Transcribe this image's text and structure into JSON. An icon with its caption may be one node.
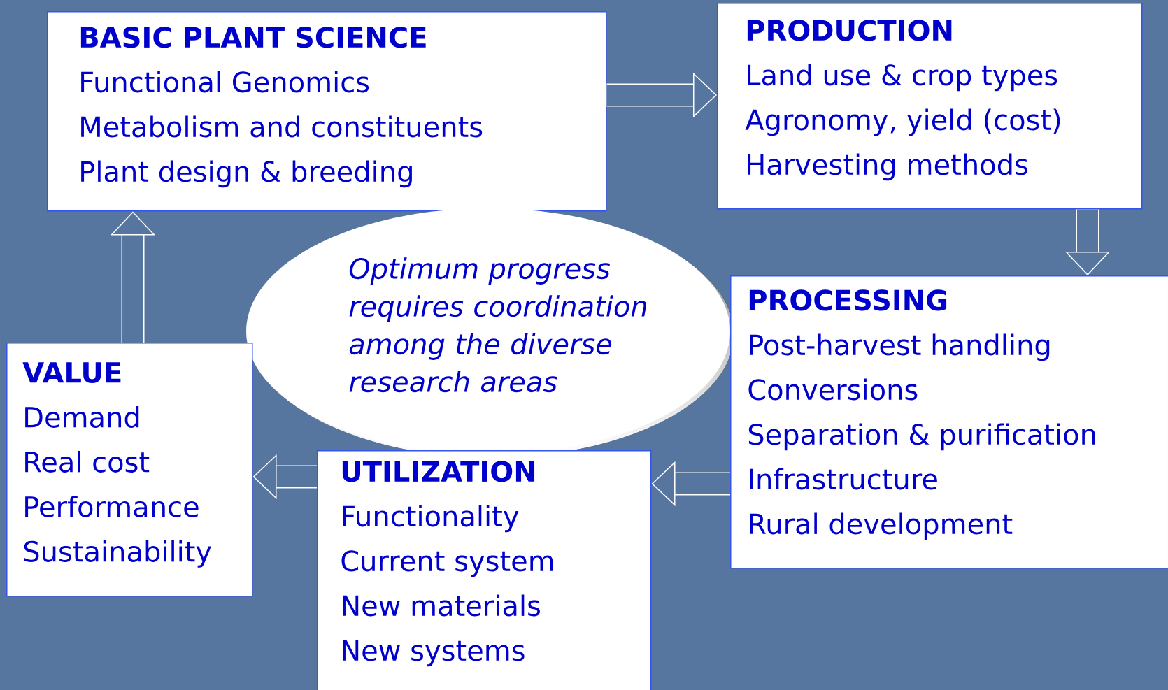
{
  "diagram": {
    "nodes": [
      {
        "text": [
          "BASIC PLANT SCIENCE",
          "Functional Genomics",
          "Metabolism and constituents",
          "Plant design & breeding"
        ]
      },
      {
        "text": [
          "PRODUCTION",
          "Land use & crop types",
          "Agronomy, yield (cost)",
          "Harvesting methods"
        ]
      },
      {
        "text": [
          "Optimum progress requires coordination among the diverse research areas"
        ]
      },
      {
        "text": [
          "PROCESSING",
          "Post-harvest handling",
          "Conversions",
          "Separation & purification",
          "Infrastructure",
          "Rural development"
        ]
      },
      {
        "text": [
          "VALUE",
          "Demand",
          "Real cost",
          "Performance",
          "Sustainability"
        ]
      },
      {
        "text": [
          "UTILIZATION",
          "Functionality",
          "Current system",
          "New materials",
          "New systems"
        ]
      }
    ],
    "edges": [
      {
        "from": 0,
        "to": 1,
        "arrow": "to"
      },
      {
        "from": 1,
        "to": 3,
        "arrow": "to"
      },
      {
        "from": 3,
        "to": 5,
        "arrow": "to"
      },
      {
        "from": 5,
        "to": 4,
        "arrow": "to"
      },
      {
        "from": 4,
        "to": 0,
        "arrow": "to"
      }
    ]
  }
}
